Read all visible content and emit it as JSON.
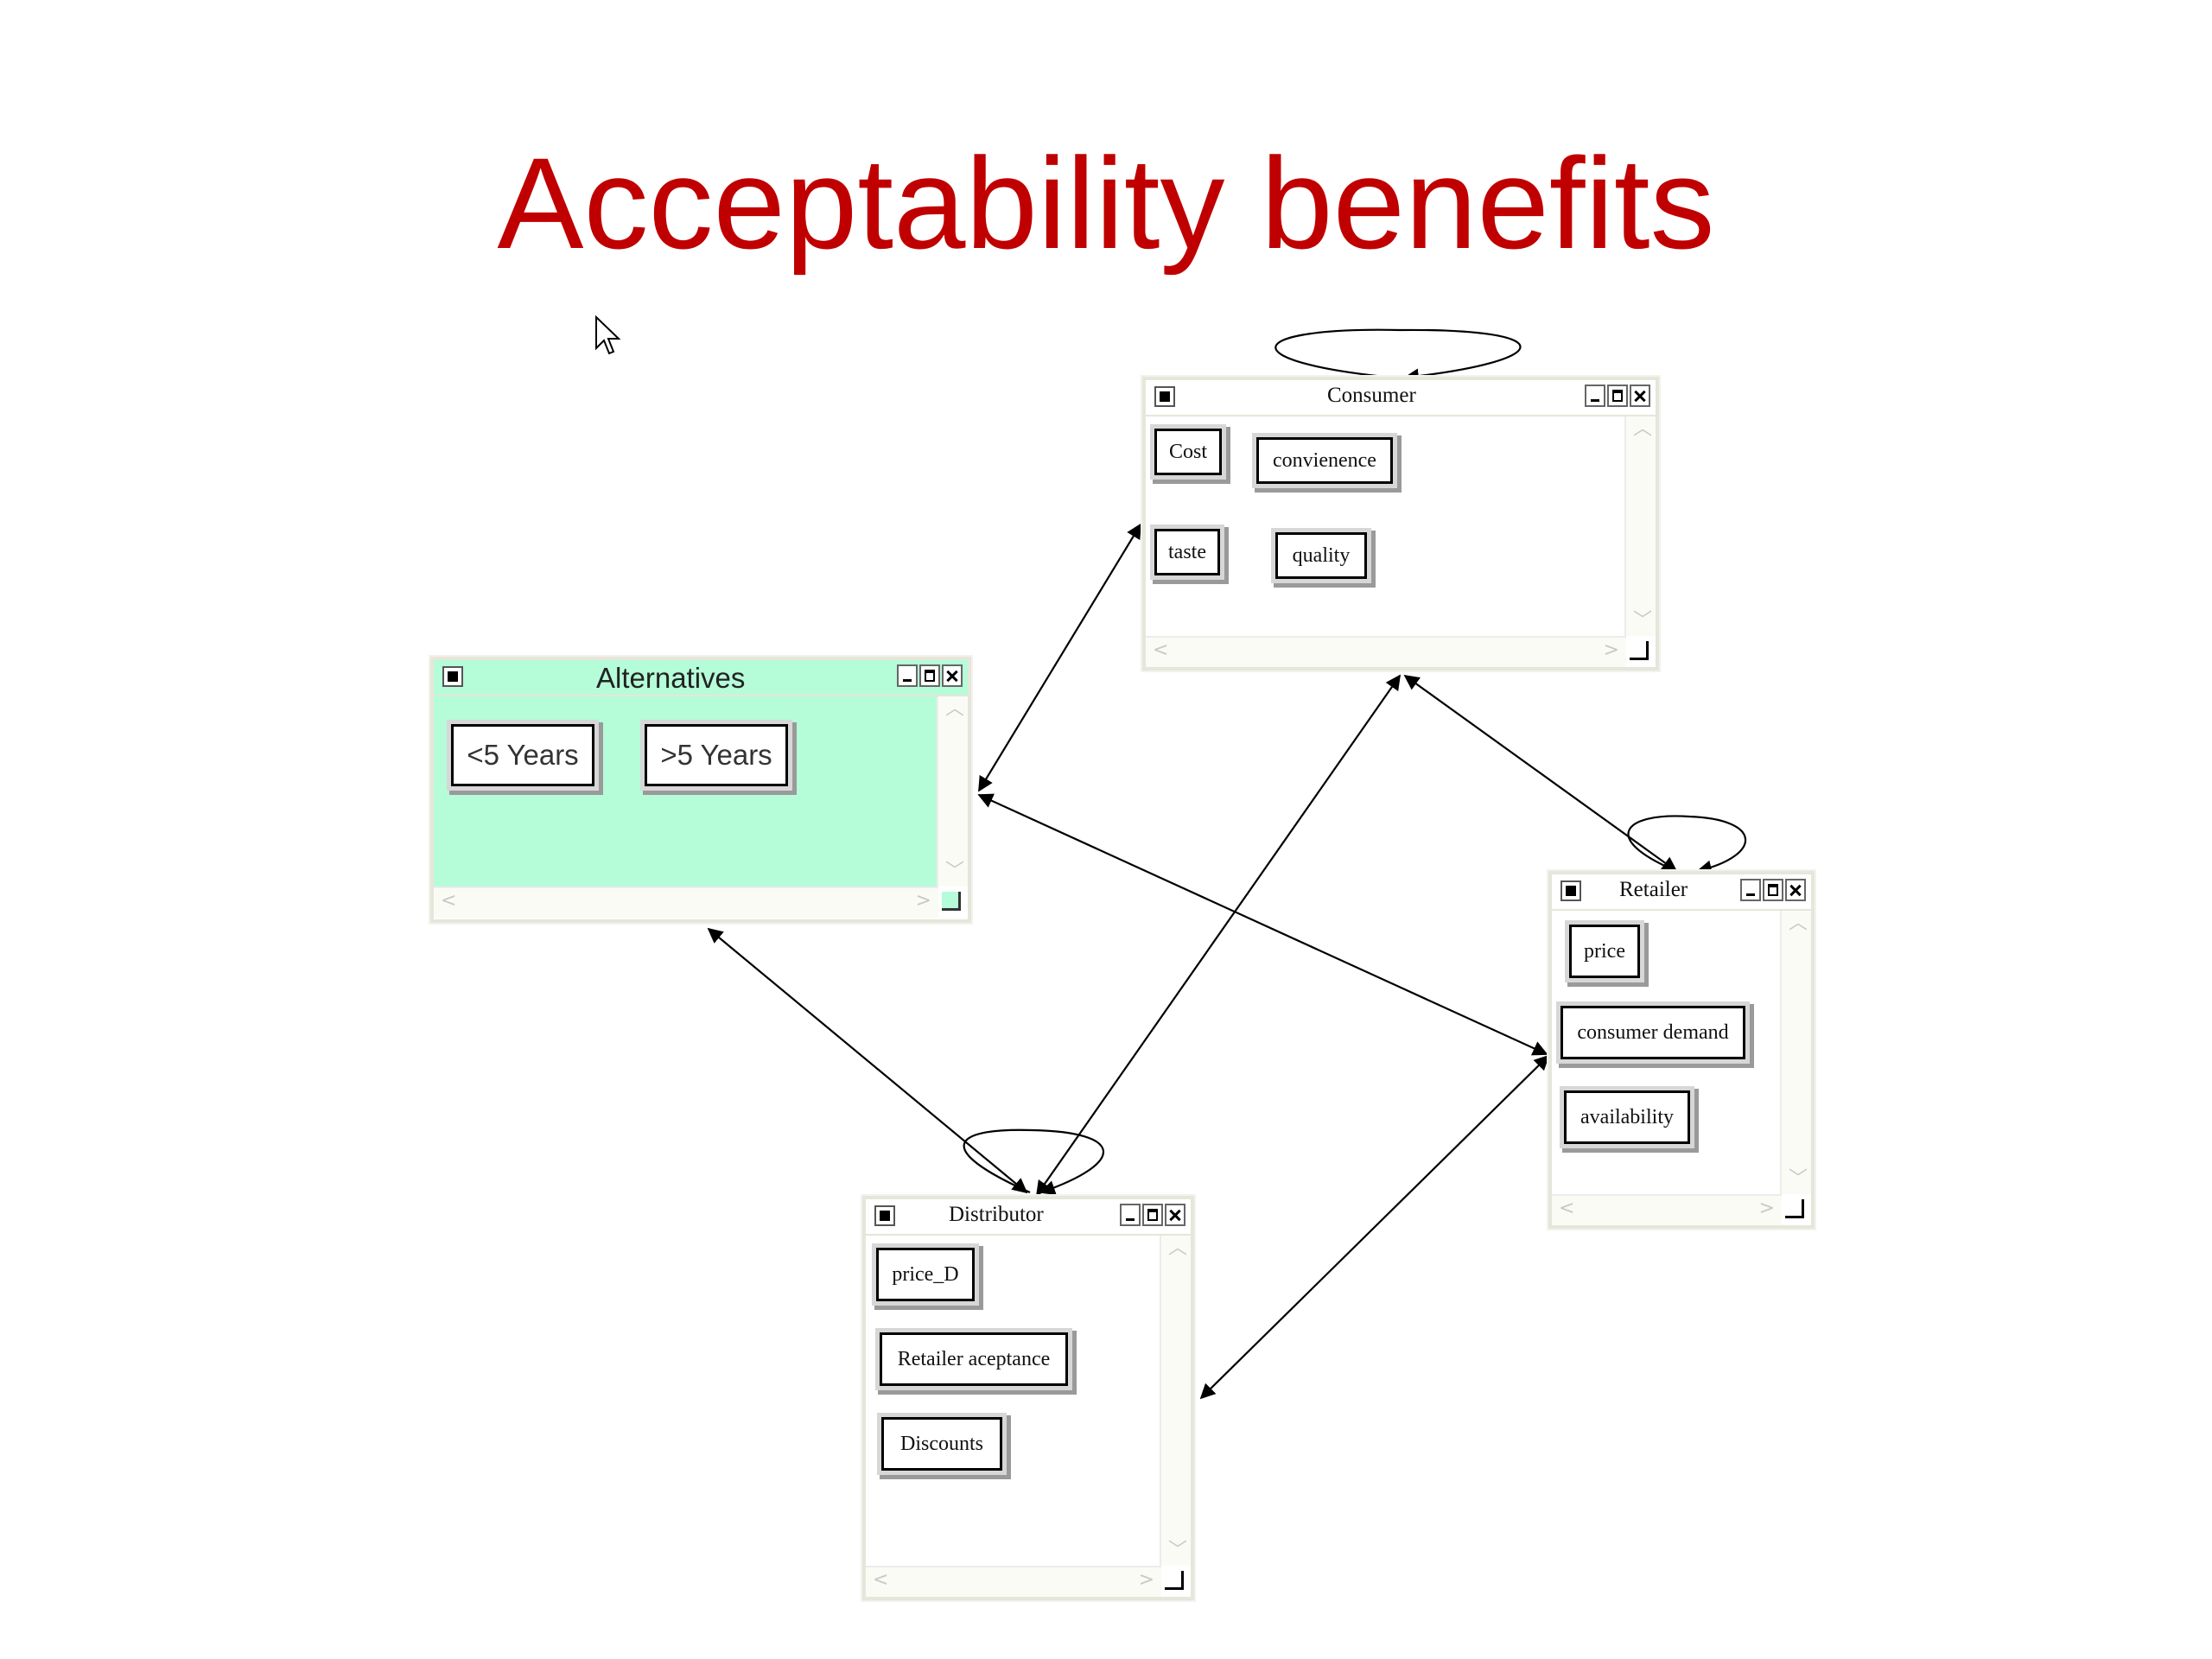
{
  "slide": {
    "title": "Acceptability benefits"
  },
  "windows": {
    "consumer": {
      "title": "Consumer",
      "nodes": [
        "Cost",
        "convienence",
        "taste",
        "quality"
      ]
    },
    "alternatives": {
      "title": "Alternatives",
      "nodes": [
        "<5 Years",
        ">5 Years"
      ],
      "background": "#b5fcd8"
    },
    "retailer": {
      "title": "Retailer",
      "nodes": [
        "price",
        "consumer demand",
        "availability"
      ]
    },
    "distributor": {
      "title": "Distributor",
      "nodes": [
        "price_D",
        "Retailer aceptance",
        "Discounts"
      ]
    }
  },
  "links": [
    [
      "alternatives",
      "consumer"
    ],
    [
      "alternatives",
      "retailer"
    ],
    [
      "alternatives",
      "distributor"
    ],
    [
      "consumer",
      "retailer"
    ],
    [
      "consumer",
      "distributor"
    ],
    [
      "retailer",
      "distributor"
    ]
  ],
  "colors": {
    "title": "#c00000",
    "node_border": "#000000"
  },
  "icons": [
    "pointer-cursor-icon",
    "system-menu-icon",
    "minimize-icon",
    "maximize-icon",
    "close-icon",
    "resize-grip-icon"
  ]
}
